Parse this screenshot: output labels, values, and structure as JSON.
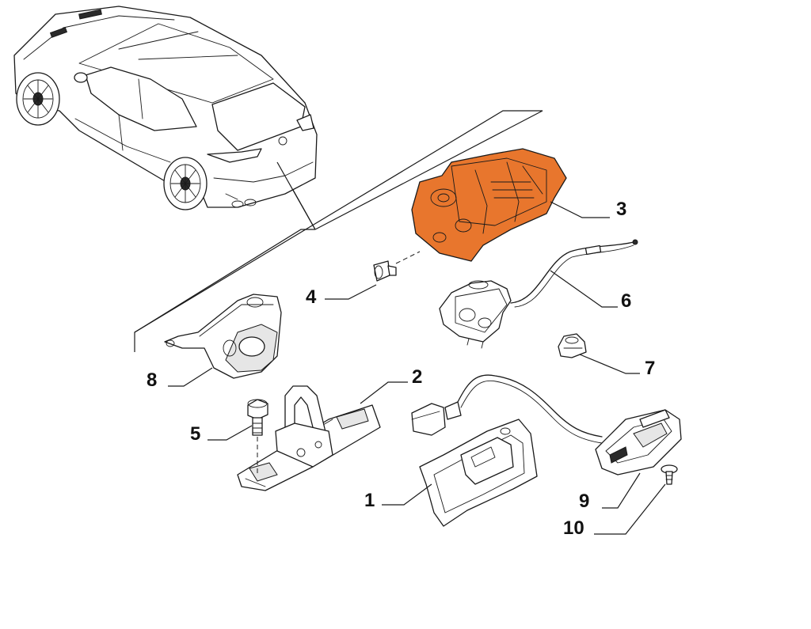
{
  "diagram": {
    "highlight_color": "#e8762d",
    "callouts": [
      {
        "id": "1",
        "label": "1"
      },
      {
        "id": "2",
        "label": "2"
      },
      {
        "id": "3",
        "label": "3"
      },
      {
        "id": "4",
        "label": "4"
      },
      {
        "id": "5",
        "label": "5"
      },
      {
        "id": "6",
        "label": "6"
      },
      {
        "id": "7",
        "label": "7"
      },
      {
        "id": "8",
        "label": "8"
      },
      {
        "id": "9",
        "label": "9"
      },
      {
        "id": "10",
        "label": "10"
      }
    ]
  }
}
